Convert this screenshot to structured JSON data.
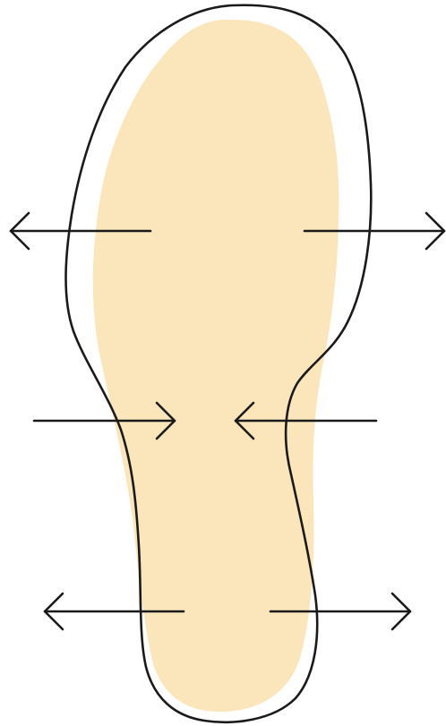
{
  "diagram": {
    "subject": "insole-outline-with-arrows",
    "colors": {
      "fill": "#fbe6bc",
      "outline": "#1a1a1a",
      "arrow": "#1a1a1a",
      "background": "#ffffff"
    },
    "arrows": [
      {
        "id": "forefoot-left",
        "direction": "outward"
      },
      {
        "id": "forefoot-right",
        "direction": "outward"
      },
      {
        "id": "midfoot-left",
        "direction": "inward"
      },
      {
        "id": "midfoot-right",
        "direction": "inward"
      },
      {
        "id": "heel-left",
        "direction": "outward"
      },
      {
        "id": "heel-right",
        "direction": "outward"
      }
    ]
  }
}
